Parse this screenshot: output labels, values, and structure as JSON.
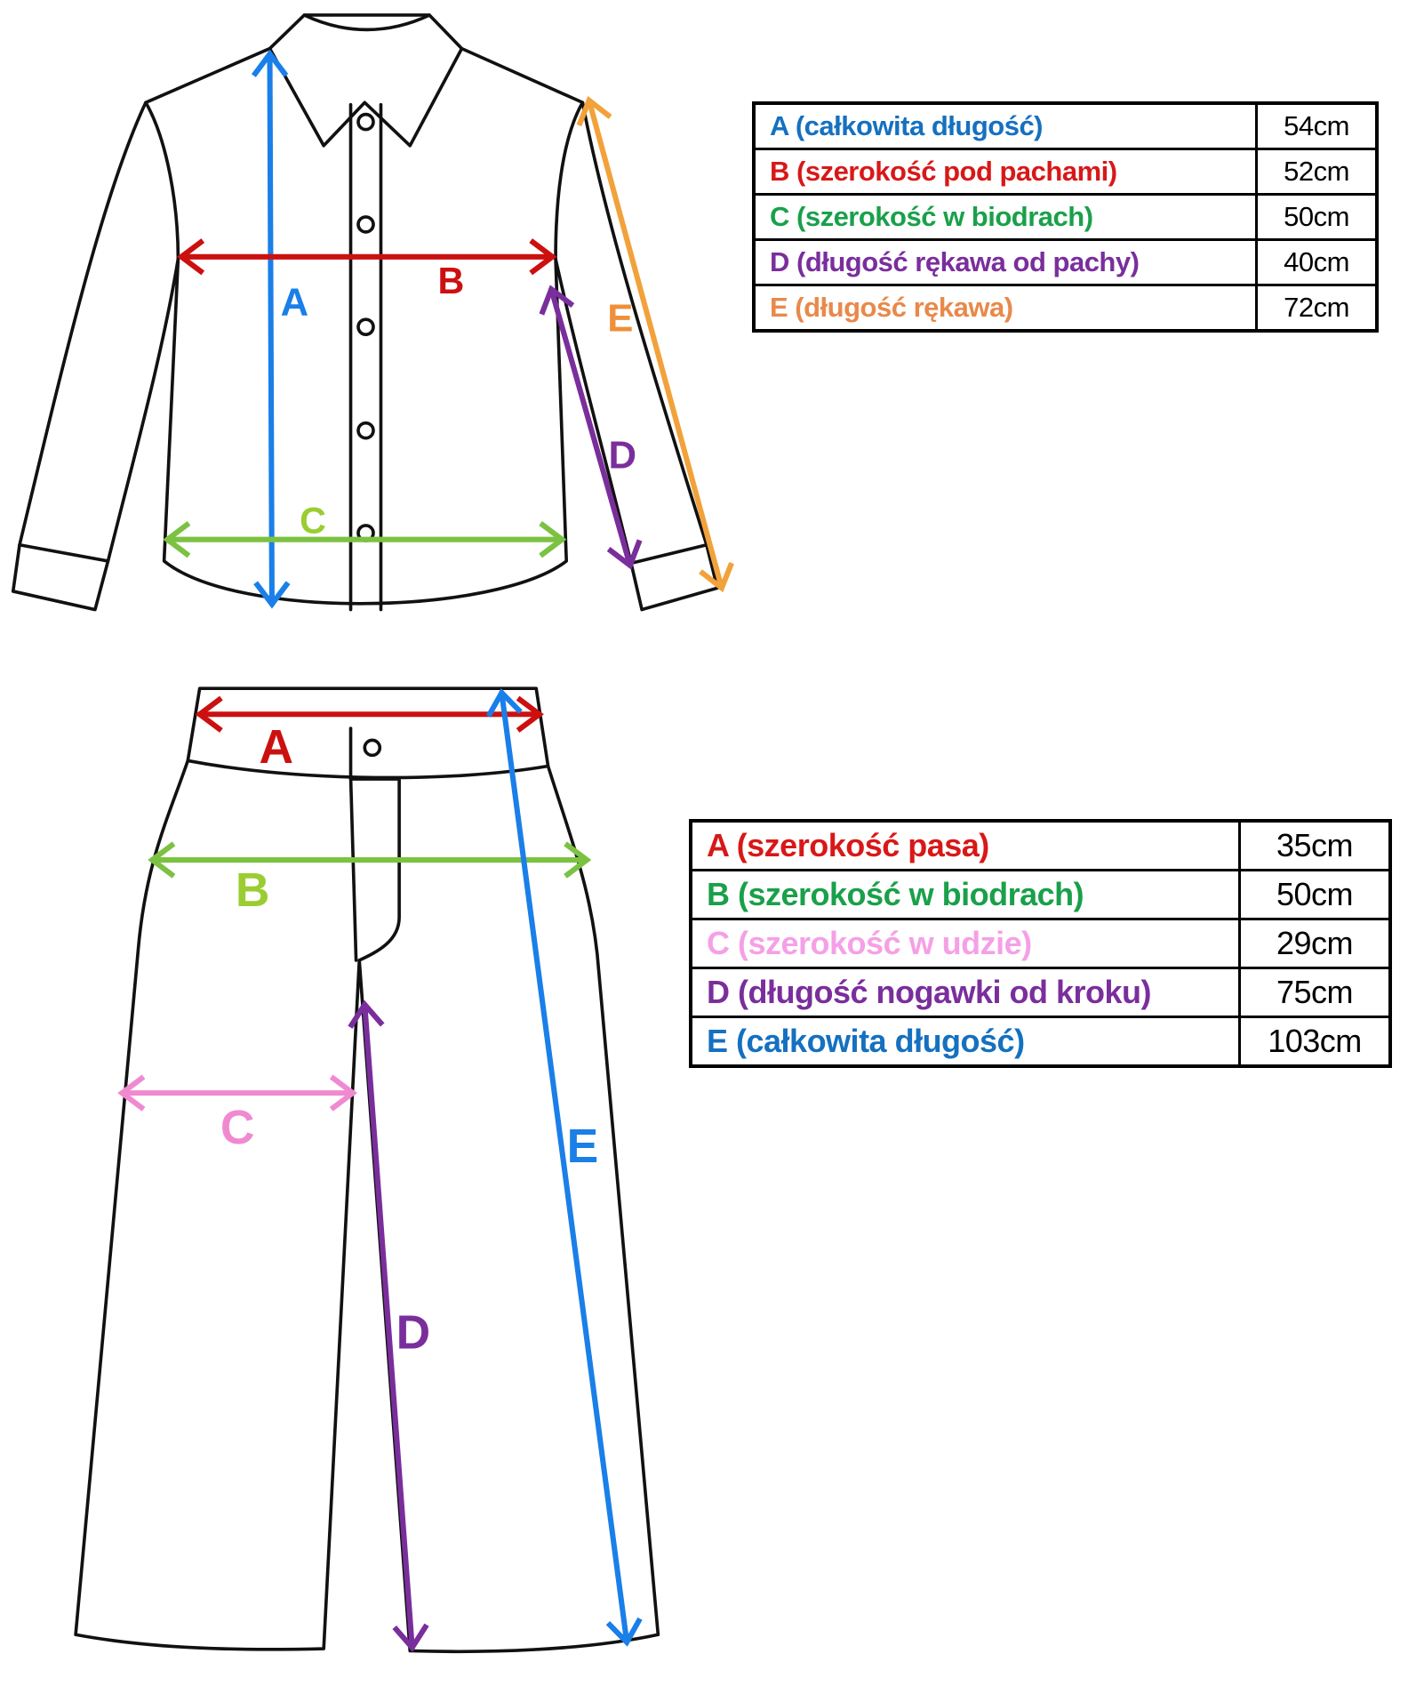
{
  "colors": {
    "blue": "#1a7fe8",
    "red": "#cc1010",
    "green": "#1aa04a",
    "lime": "#7cc242",
    "purple": "#7a2e9c",
    "orange": "#ef8f3a",
    "orange_arrow": "#f2a23a",
    "pink": "#f08ad0",
    "pink_text": "#f5a0e6",
    "dark_blue": "#1570c0"
  },
  "shirt": {
    "labels": {
      "A": "A",
      "B": "B",
      "C": "C",
      "D": "D",
      "E": "E"
    },
    "table": [
      {
        "label": "A (całkowita długość)",
        "value": "54cm",
        "color": "#1570c0"
      },
      {
        "label": "B (szerokość pod pachami)",
        "value": "52cm",
        "color": "#d81818"
      },
      {
        "label": "C (szerokość w biodrach)",
        "value": "50cm",
        "color": "#1aa04a"
      },
      {
        "label": "D (długość rękawa od pachy)",
        "value": "40cm",
        "color": "#7a2e9c"
      },
      {
        "label": "E (długość rękawa)",
        "value": "72cm",
        "color": "#e8894a"
      }
    ]
  },
  "pants": {
    "labels": {
      "A": "A",
      "B": "B",
      "C": "C",
      "D": "D",
      "E": "E"
    },
    "table": [
      {
        "label": "A (szerokość pasa)",
        "value": "35cm",
        "color": "#d81818"
      },
      {
        "label": "B (szerokość w biodrach)",
        "value": "50cm",
        "color": "#1aa04a"
      },
      {
        "label": "C (szerokość w udzie)",
        "value": "29cm",
        "color": "#f5a0e6"
      },
      {
        "label": "D (długość nogawki od kroku)",
        "value": "75cm",
        "color": "#7a2e9c"
      },
      {
        "label": "E (całkowita długość)",
        "value": "103cm",
        "color": "#1570c0"
      }
    ]
  }
}
